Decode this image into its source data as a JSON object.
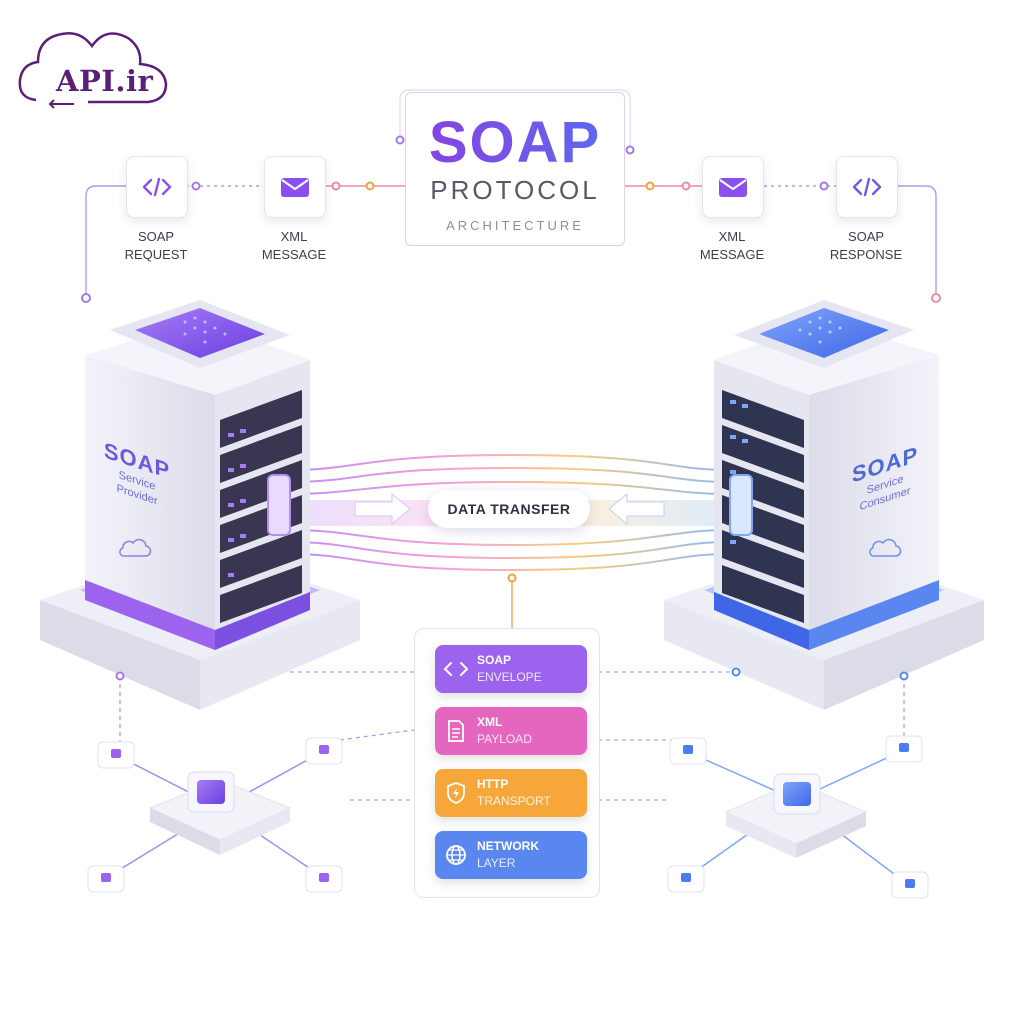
{
  "logo": {
    "text": "API.ir"
  },
  "title": {
    "main": "SOAP",
    "sub": "PROTOCOL",
    "tag": "ARCHITECTURE"
  },
  "flow_left": [
    {
      "line1": "SOAP",
      "line2": "REQUEST",
      "icon": "code-icon"
    },
    {
      "line1": "XML",
      "line2": "MESSAGE",
      "icon": "envelope-icon"
    }
  ],
  "flow_right": [
    {
      "line1": "XML",
      "line2": "MESSAGE",
      "icon": "envelope-icon"
    },
    {
      "line1": "SOAP",
      "line2": "RESPONSE",
      "icon": "code-icon"
    }
  ],
  "provider": {
    "title": "SOAP",
    "line1": "Service",
    "line2": "Provider",
    "accent": "#8b4ff0"
  },
  "consumer": {
    "title": "SOAP",
    "line1": "Service",
    "line2": "Consumer",
    "accent": "#4d7cf0"
  },
  "transfer": {
    "label": "DATA TRANSFER"
  },
  "layers": [
    {
      "title": "SOAP",
      "sub": "ENVELOPE",
      "icon": "code-icon",
      "color": "#9b63ee"
    },
    {
      "title": "XML",
      "sub": "PAYLOAD",
      "icon": "document-icon",
      "color": "#e566bf"
    },
    {
      "title": "HTTP",
      "sub": "TRANSPORT",
      "icon": "shield-icon",
      "color": "#f7a73a"
    },
    {
      "title": "NETWORK",
      "sub": "LAYER",
      "icon": "globe-icon",
      "color": "#5a86f0"
    }
  ]
}
